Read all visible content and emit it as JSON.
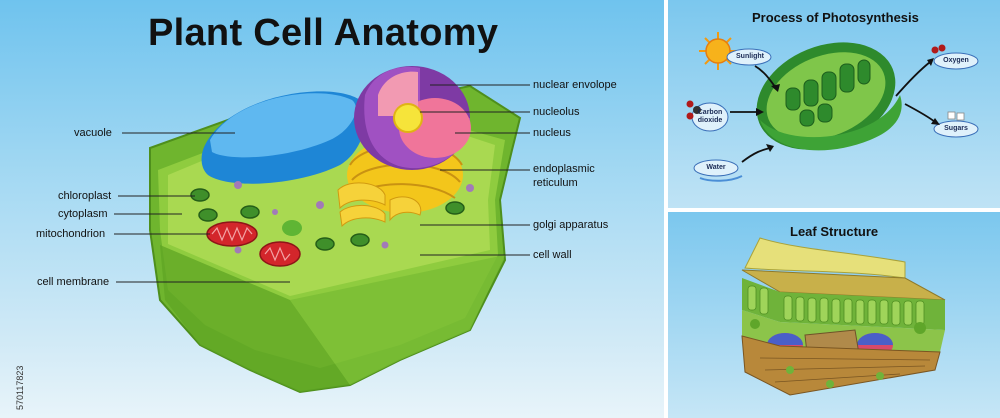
{
  "main": {
    "title": "Plant Cell Anatomy",
    "labels_left": {
      "vacuole": "vacuole",
      "chloroplast": "chloroplast",
      "cytoplasm": "cytoplasm",
      "mitochondrion": "mitochondrion",
      "cell_membrane": "cell membrane"
    },
    "labels_right": {
      "nuclear_envelope": "nuclear envolope",
      "nucleolus": "nucleolus",
      "nucleus": "nucleus",
      "er_line1": "endoplasmic",
      "er_line2": "reticulum",
      "golgi": "golgi apparatus",
      "cell_wall": "cell wall"
    }
  },
  "photosynthesis": {
    "title": "Process of Photosynthesis",
    "sunlight": "Sunlight",
    "carbon_line1": "Carbon",
    "carbon_line2": "dioxide",
    "water": "Water",
    "oxygen": "Oxygen",
    "sugars": "Sugars"
  },
  "leaf": {
    "title": "Leaf Structure"
  },
  "watermark": "570117823",
  "colors": {
    "cell_wall": "#7cc13a",
    "cytoplasm": "#a7d84a",
    "vacuole": "#3a9fe0",
    "nucleus": "#e8567a",
    "golgi": "#f2c21a",
    "mitochondrion": "#d3262b"
  }
}
